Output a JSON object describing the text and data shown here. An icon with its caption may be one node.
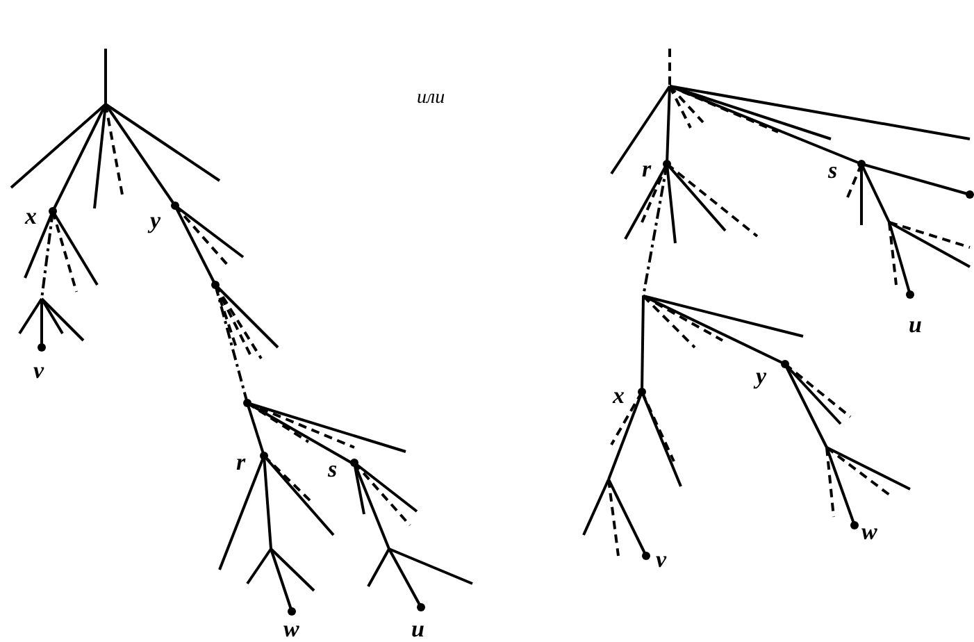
{
  "diagram": {
    "labels": [
      "или",
      "x",
      "y",
      "v",
      "r",
      "s",
      "w",
      "u",
      "r",
      "s",
      "u",
      "x",
      "y",
      "v",
      "w"
    ]
  }
}
